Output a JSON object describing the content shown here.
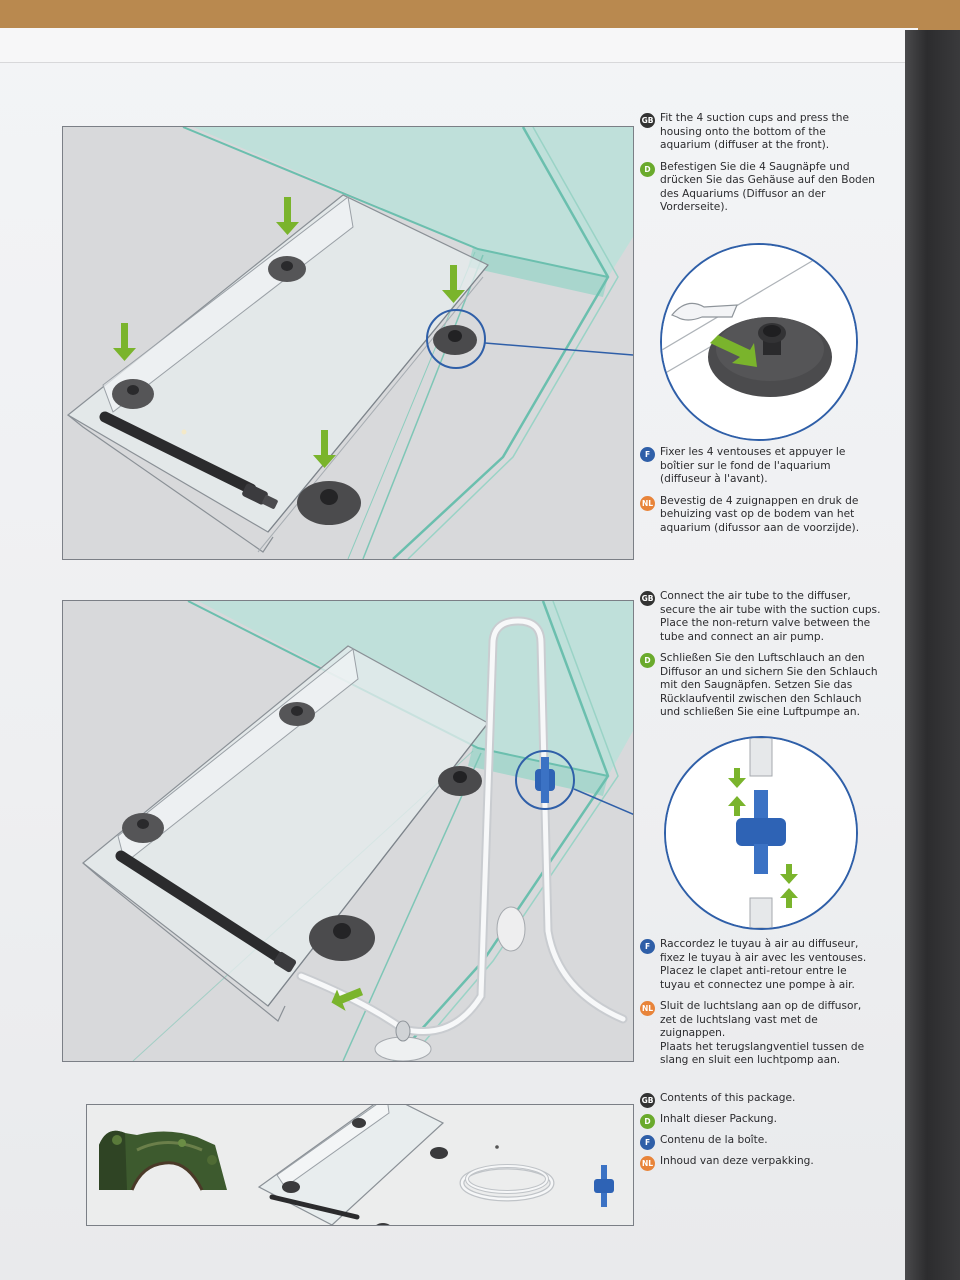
{
  "colors": {
    "badge_gb": "#333333",
    "badge_d": "#6aaa2c",
    "badge_f": "#2f5fa8",
    "badge_nl": "#e8843a",
    "arrow_green": "#7ab42c",
    "valve_blue": "#2e63b5",
    "circle_stroke": "#2f5fa8"
  },
  "languages": {
    "gb": "GB",
    "d": "D",
    "f": "F",
    "nl": "NL"
  },
  "step1": {
    "gb": "Fit the 4 suction cups and press the\nhousing onto the bottom of the\naquarium (diffuser at the front).",
    "d": "Befestigen Sie die 4 Saugnäpfe und\ndrücken Sie das Gehäuse auf den Boden\ndes Aquariums (Diffusor an der\nVorderseite).",
    "f": "Fixer les 4 ventouses et appuyer le\nboîtier sur le fond de l'aquarium\n(diffuseur à l'avant).",
    "nl": "Bevestig de 4 zuignappen en druk de\nbehuizing vast op de bodem van het\naquarium (difussor aan de voorzijde)."
  },
  "step2": {
    "gb": "Connect the air tube to the diffuser,\nsecure the air tube with the suction cups.\nPlace the non-return valve between the\ntube and connect an air pump.",
    "d": "Schließen Sie den Luftschlauch an den\nDiffusor an und sichern Sie den Schlauch\nmit den Saugnäpfen. Setzen Sie das\nRücklaufventil zwischen den Schlauch\nund schließen Sie eine Luftpumpe an.",
    "f": "Raccordez le tuyau à air au diffuseur,\nfixez le tuyau à air avec les ventouses.\nPlacez le clapet anti-retour entre le\ntuyau et connectez une pompe à air.",
    "nl": "Sluit de luchtslang aan op de diffusor,\nzet de luchtslang vast met de zuignappen.\nPlaats het terugslangventiel tussen de\nslang en sluit een luchtpomp aan."
  },
  "contents": {
    "gb": "Contents of this package.",
    "d": "Inhalt dieser Packung.",
    "f": "Contenu de la boîte.",
    "nl": "Inhoud van deze verpakking."
  }
}
